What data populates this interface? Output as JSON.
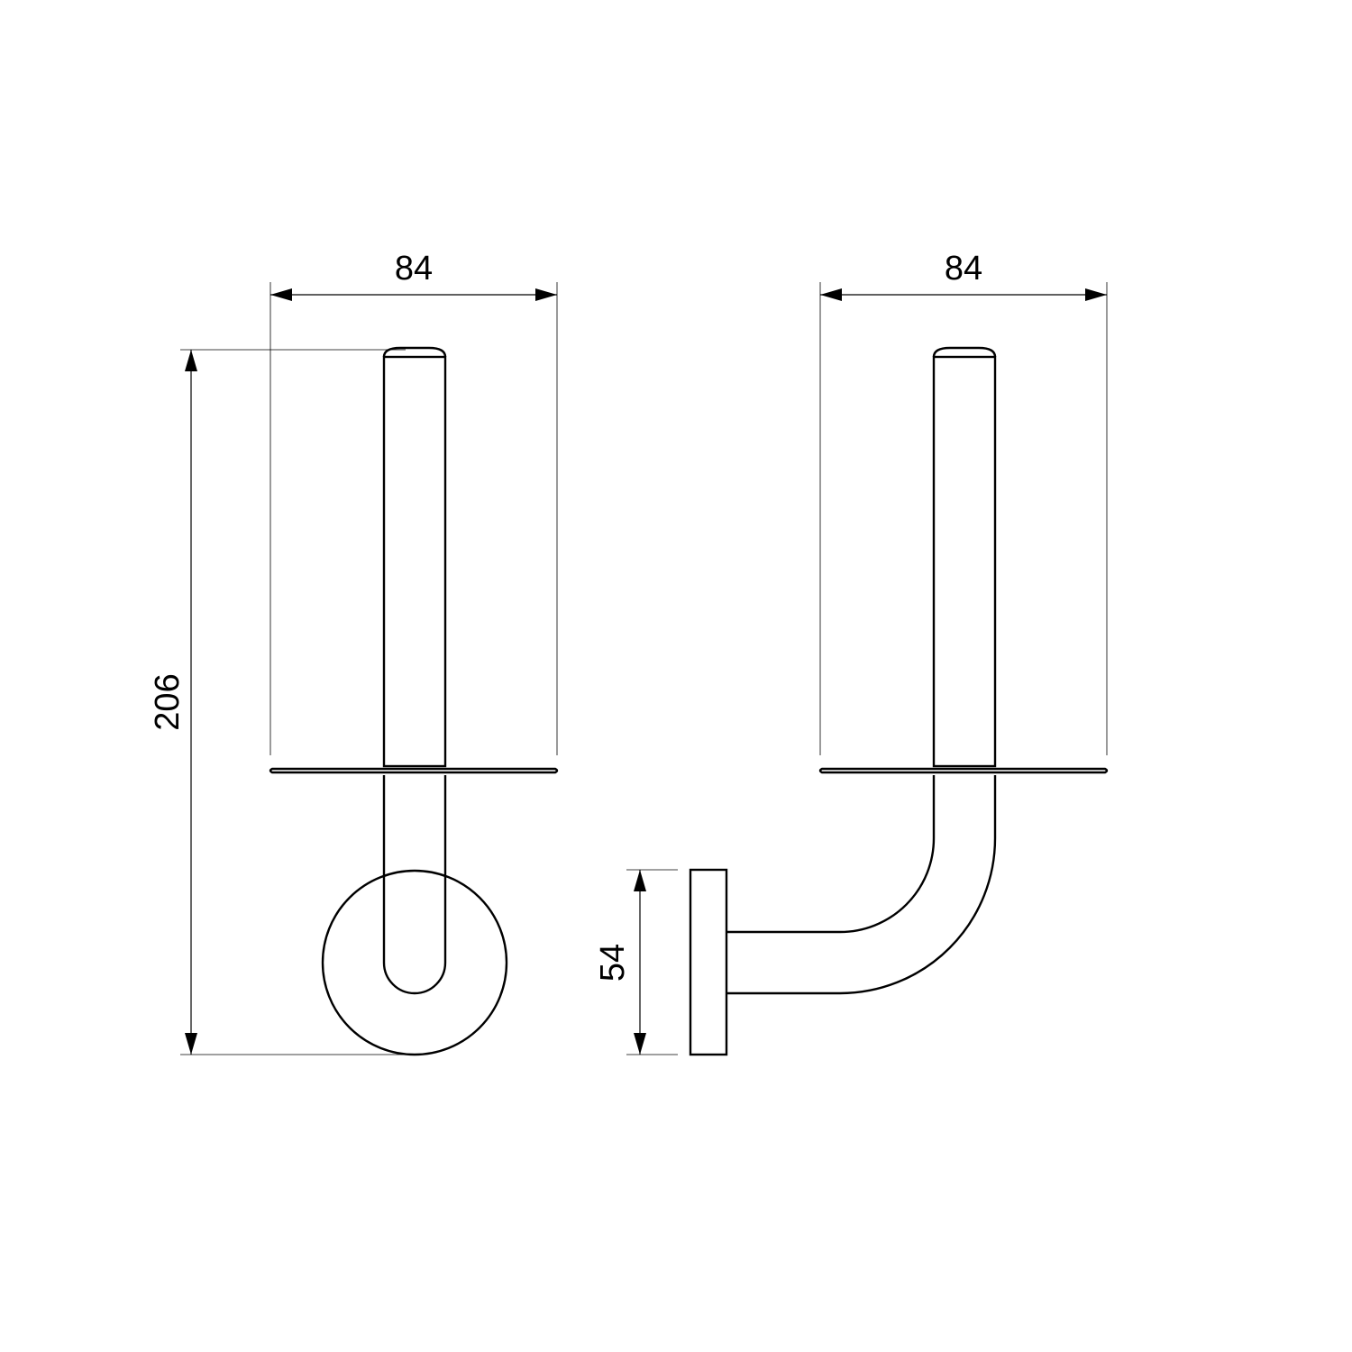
{
  "drawing": {
    "units": "mm",
    "line_color": "#000000",
    "background_color": "#ffffff",
    "views": [
      {
        "id": "front-view",
        "dimensions": {
          "width": "84",
          "height": "206"
        }
      },
      {
        "id": "side-view",
        "dimensions": {
          "width": "84",
          "flange_height": "54"
        }
      }
    ]
  }
}
